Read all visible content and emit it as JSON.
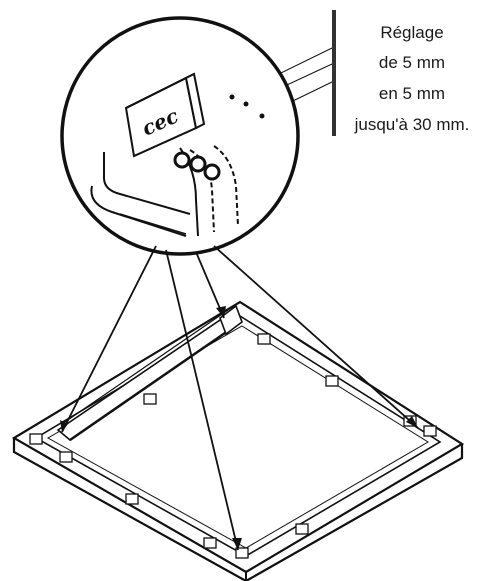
{
  "annotation": {
    "lines": [
      "Réglage",
      "de 5 mm",
      "en 5 mm",
      "jusqu'à 30 mm."
    ]
  },
  "detail": {
    "stamp_text": "cec"
  },
  "colors": {
    "ink": "#111111",
    "background": "#ffffff",
    "annotation_bar": "#333333"
  }
}
